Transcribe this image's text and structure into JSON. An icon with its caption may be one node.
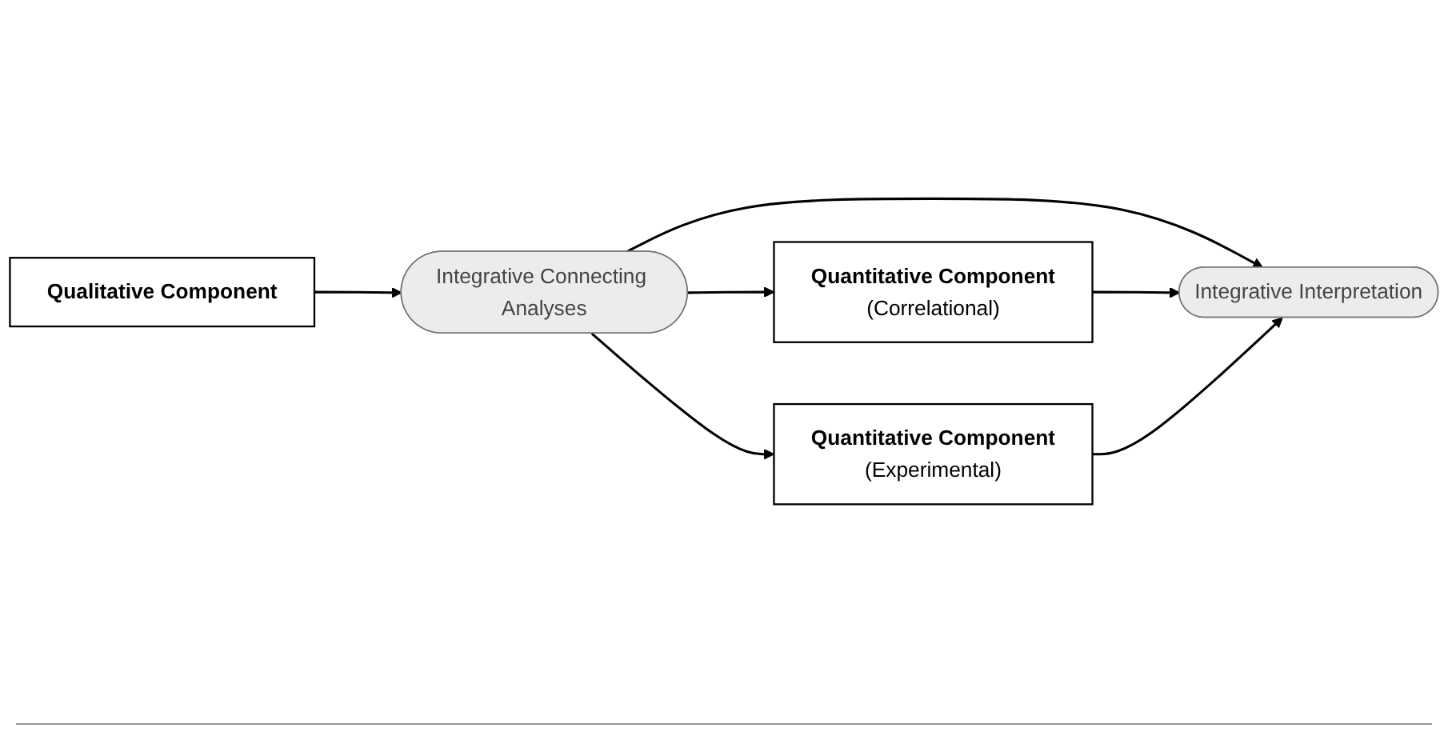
{
  "diagram": {
    "nodes": [
      {
        "text": [
          "Qualitative Component"
        ]
      },
      {
        "text": [
          "Integrative Connecting Analyses"
        ]
      },
      {
        "text": [
          "Quantitative Component",
          "(Correlational)"
        ]
      },
      {
        "text": [
          "Quantitative Component",
          "(Experimental)"
        ]
      },
      {
        "text": [
          "Integrative Interpretation"
        ]
      }
    ],
    "edges": [
      {
        "from": 0,
        "to": 1,
        "arrow": "to"
      },
      {
        "from": 1,
        "to": 2,
        "arrow": "to"
      },
      {
        "from": 1,
        "to": 4,
        "arrow": "to"
      },
      {
        "from": 1,
        "to": 3,
        "arrow": "to"
      },
      {
        "from": 2,
        "to": 4,
        "arrow": "to"
      },
      {
        "from": 3,
        "to": 4,
        "arrow": "to"
      }
    ]
  }
}
